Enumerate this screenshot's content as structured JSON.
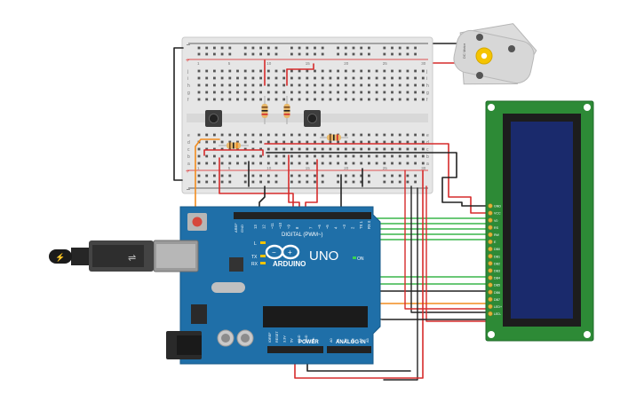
{
  "arduino": {
    "brand": "ARDUINO",
    "model": "UNO",
    "digital_label": "DIGITAL (PWM~)",
    "on_label": "ON",
    "power_label": "POWER",
    "analog_label": "ANALOG IN",
    "led_l": "L",
    "led_tx": "TX",
    "led_rx": "RX",
    "aref": "AREF",
    "gnd": "GND",
    "digital_pins": [
      "13",
      "12",
      "~11",
      "~10",
      "~9",
      "8",
      "7",
      "~6",
      "~5",
      "4",
      "~3",
      "2",
      "TX 1",
      "RX 0"
    ],
    "power_pins": [
      "IOREF",
      "RESET",
      "3.3V",
      "5V",
      "GND",
      "GND",
      "Vin"
    ],
    "analog_pins": [
      "A0",
      "A1",
      "A2",
      "A3",
      "A4",
      "A5"
    ]
  },
  "breadboard": {
    "row_letters_top": [
      "j",
      "i",
      "h",
      "g",
      "f"
    ],
    "row_letters_bottom": [
      "e",
      "d",
      "c",
      "b",
      "a"
    ],
    "column_numbers": [
      "1",
      "5",
      "10",
      "15",
      "20",
      "25",
      "30"
    ]
  },
  "lcd": {
    "pins": [
      "GND",
      "VCC",
      "V0",
      "RS",
      "RW",
      "E",
      "DB0",
      "DB1",
      "DB2",
      "DB3",
      "DB4",
      "DB5",
      "DB6",
      "DB7",
      "LED+",
      "LED-"
    ]
  },
  "motor": {
    "label": "DC Motor"
  },
  "colors": {
    "board": "#1f6fa8",
    "breadboard": "#e8e8e8",
    "lcd_pcb": "#2d8a36",
    "lcd_screen": "#1a2a6c",
    "wire_red": "#d62b2b",
    "wire_black": "#222222",
    "wire_green": "#39b54a",
    "wire_orange": "#f28c1e"
  }
}
